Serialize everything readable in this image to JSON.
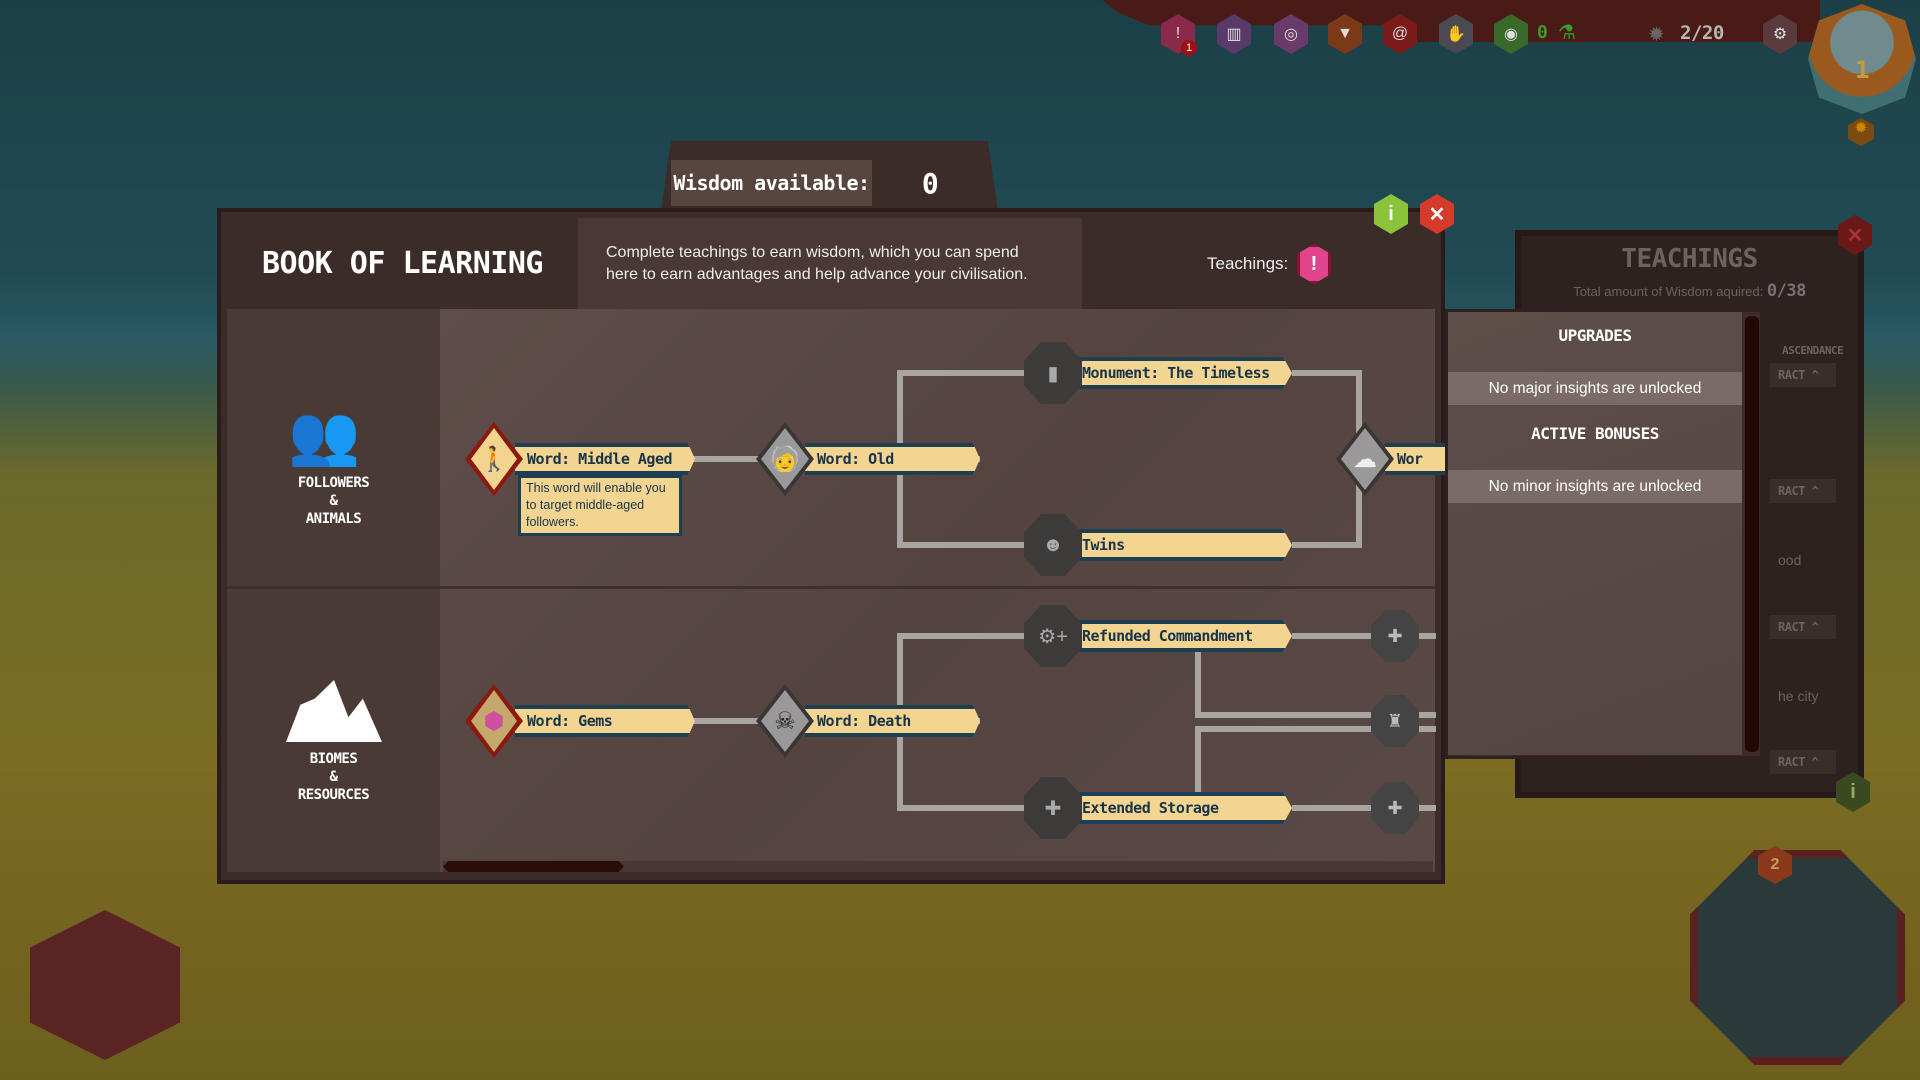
{
  "hud": {
    "icons": [
      "alert-icon",
      "book-icon",
      "spiral-eye-icon",
      "banner-icon",
      "spiral-icon",
      "handshake-icon",
      "eye-icon"
    ],
    "alert_count": "1",
    "resource_value": "0",
    "turn_counter": "2/20",
    "emblem_value": "1"
  },
  "wisdom": {
    "label": "Wisdom available:",
    "value": "0"
  },
  "book": {
    "title": "BOOK OF LEARNING",
    "description": "Complete teachings to earn wisdom, which you can spend here to earn advantages and help advance your civilisation.",
    "teachings_label": "Teachings:"
  },
  "categories": [
    {
      "label_lines": [
        "FOLLOWERS",
        "&",
        "ANIMALS"
      ]
    },
    {
      "label_lines": [
        "BIOMES",
        "&",
        "RESOURCES"
      ]
    }
  ],
  "nodes": {
    "middle_aged": "Word: Middle Aged",
    "old": "Word: Old",
    "monument": "Monument: The Timeless",
    "twins": "Twins",
    "partial": "Wor",
    "gems": "Word: Gems",
    "death": "Word: Death",
    "refunded": "Refunded Commandment",
    "storage": "Extended Storage"
  },
  "tooltip": "This word will enable you to target middle-aged followers.",
  "teachings_panel": {
    "title": "TEACHINGS",
    "total_label": "Total amount of Wisdom aquired:",
    "total_value": "0/38",
    "tab": "ASCENDANCE",
    "rows": [
      "RACT ^",
      "RACT ^",
      "RACT ^",
      "RACT ^"
    ],
    "fragments": [
      "ood",
      "he city"
    ]
  },
  "upgrades": {
    "title": "UPGRADES",
    "major": "No major insights are unlocked",
    "bonus_title": "ACTIVE BONUSES",
    "minor": "No minor insights are unlocked"
  },
  "colors": {
    "node_bar": "#f3d591",
    "node_border": "#1d3f52",
    "panel": "#3b2b29",
    "close": "#d63a2a",
    "info": "#8bc43a",
    "teachings_gem": "#e0448c"
  }
}
